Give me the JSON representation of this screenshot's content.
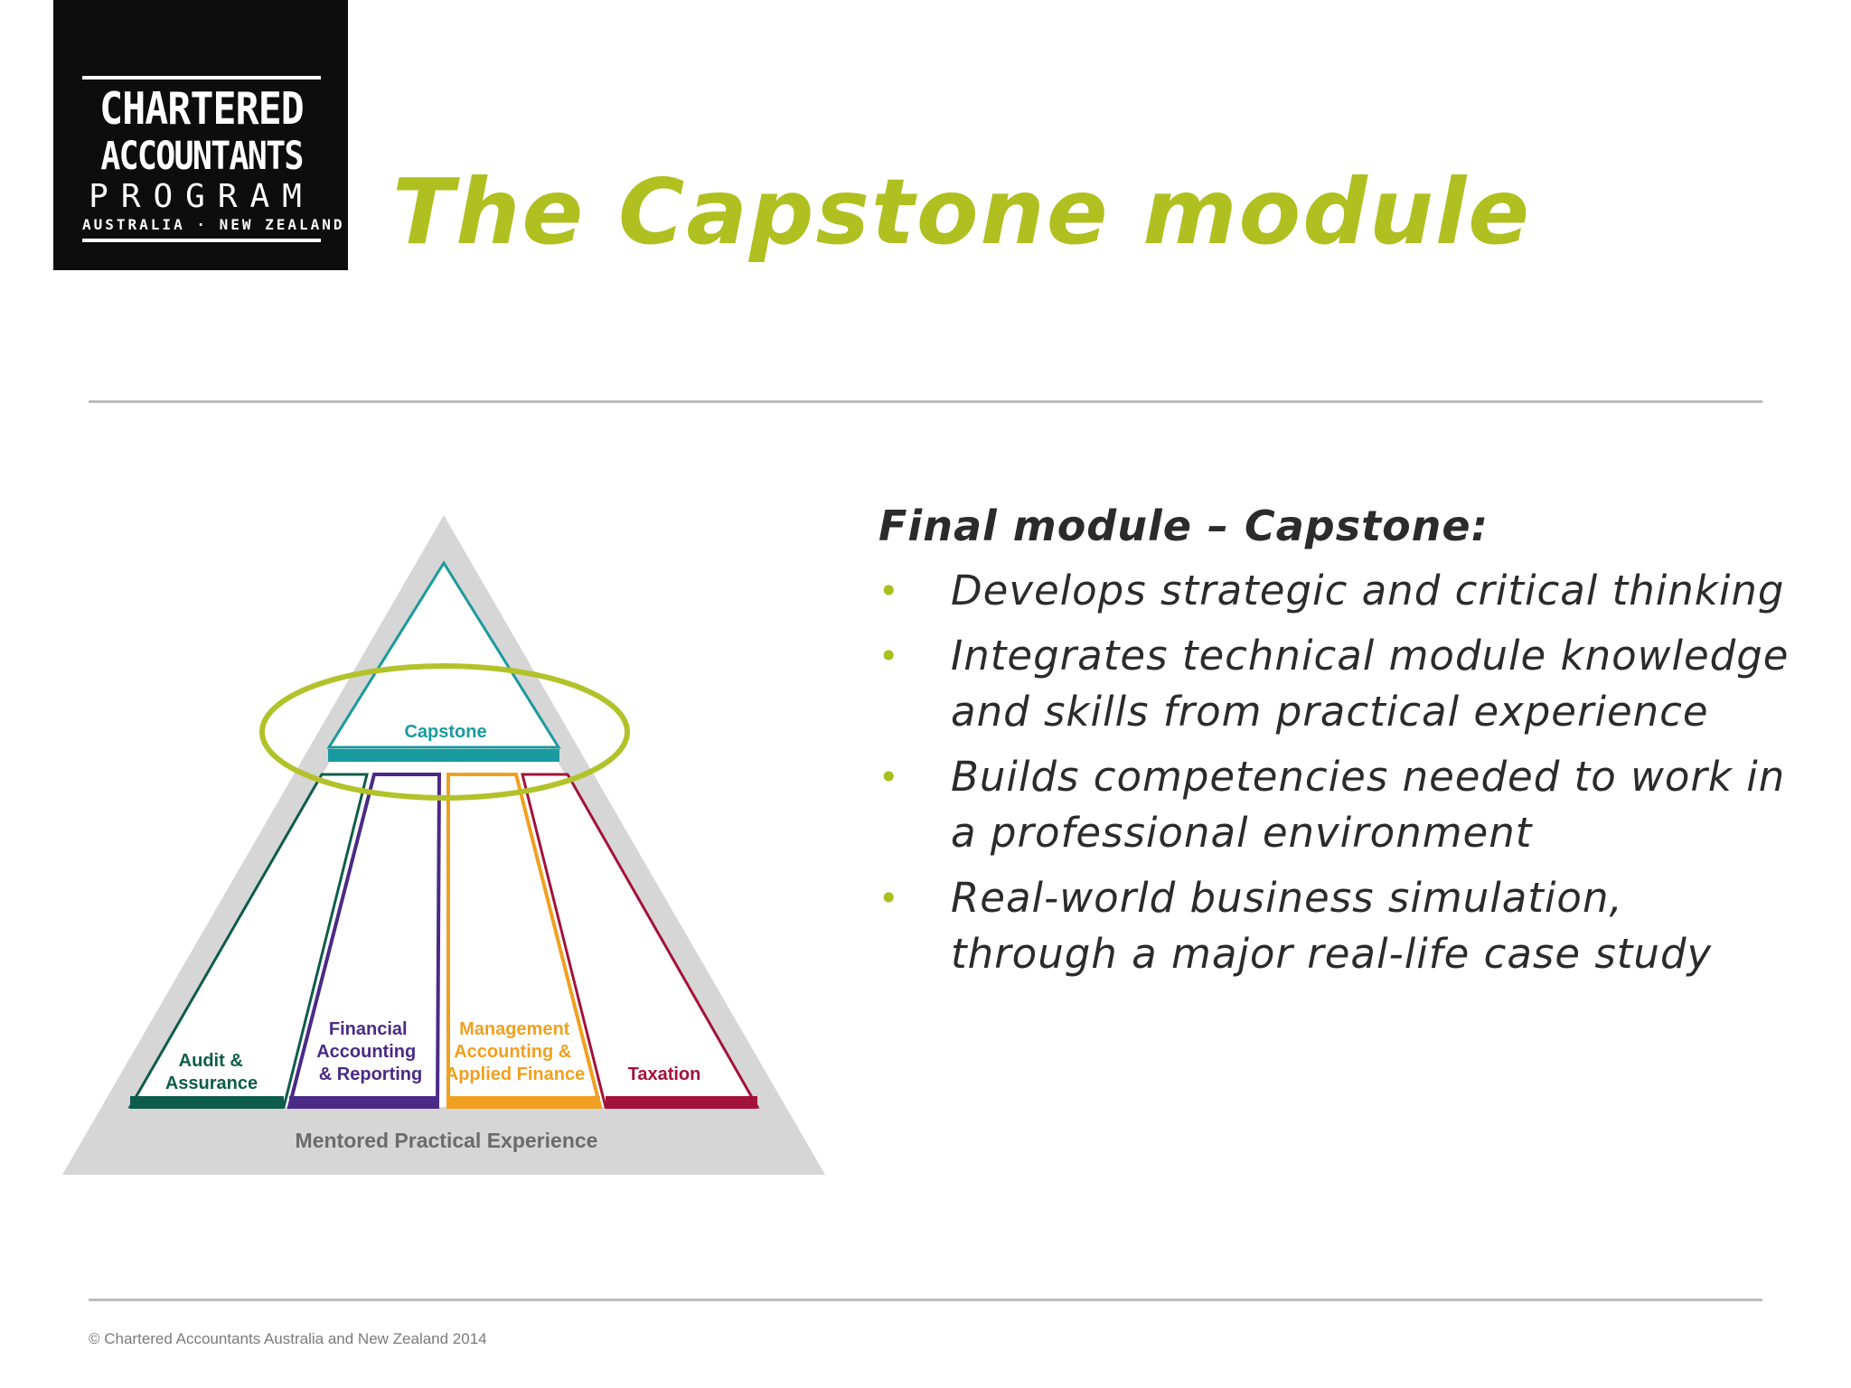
{
  "logo": {
    "line1": "CHARTERED",
    "line2": "ACCOUNTANTS",
    "line3": "PROGRAM",
    "line4": "AUSTRALIA · NEW ZEALAND"
  },
  "title": "The Capstone module",
  "diagram": {
    "capstone_label": "Capstone",
    "modules": [
      {
        "label": [
          "Audit &",
          "Assurance"
        ],
        "color": "#0e5c4a"
      },
      {
        "label": [
          "Financial",
          "Accounting",
          "& Reporting"
        ],
        "color": "#4a2a86"
      },
      {
        "label": [
          "Management",
          "Accounting &",
          "Applied Finance"
        ],
        "color": "#f0a020"
      },
      {
        "label": [
          "Taxation"
        ],
        "color": "#a3123a"
      }
    ],
    "base_label": "Mentored Practical Experience",
    "capstone_color": "#1a9a9e",
    "highlight_color": "#b2c22a"
  },
  "content": {
    "heading": "Final module – Capstone:",
    "bullets": [
      "Develops strategic and critical thinking",
      "Integrates technical module knowledge and skills from practical experience",
      "Builds competencies needed to work in a professional environment",
      "Real-world business simulation, through a major real-life case study"
    ]
  },
  "footer": "© Chartered Accountants Australia and New Zealand 2014"
}
